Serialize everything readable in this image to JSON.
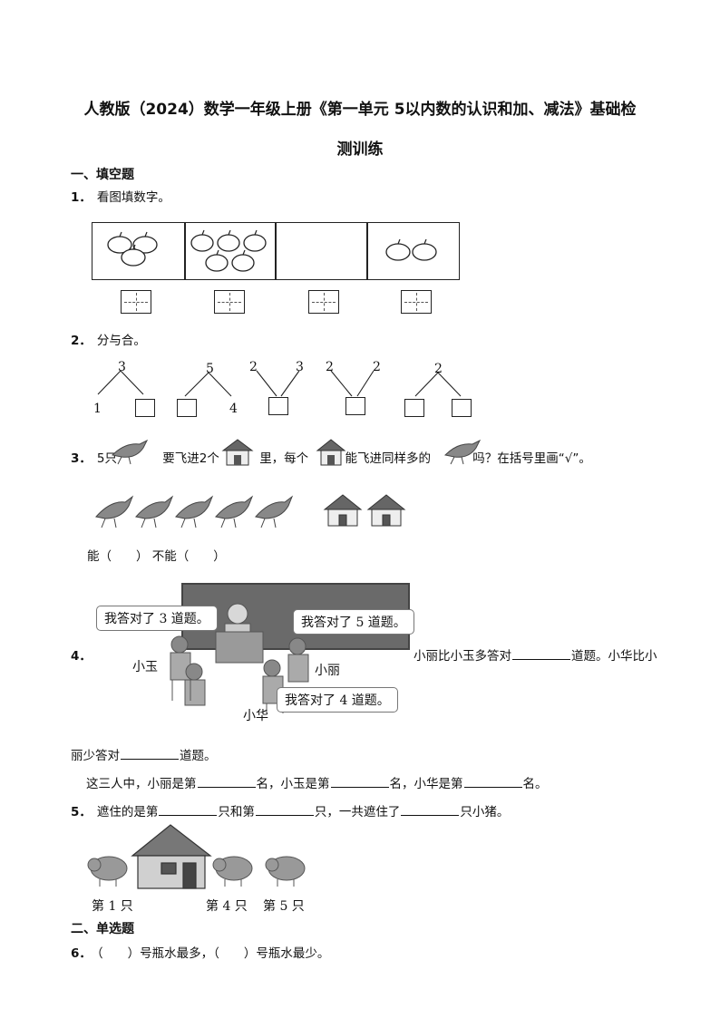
{
  "title_line1": "人教版（2024）数学一年级上册《第一单元 5以内数的认识和加、减法》基础检",
  "title_line2": "测训练",
  "section1": "一、填空题",
  "q1": {
    "num": "1．",
    "text": "看图填数字。"
  },
  "q2": {
    "num": "2．",
    "text": "分与合。",
    "trees": [
      {
        "top": "3",
        "left": "1",
        "right": ""
      },
      {
        "top": "5",
        "left": "",
        "right": "4"
      },
      {
        "top_left": "2",
        "top_right": "3",
        "bottom": ""
      },
      {
        "top_left": "2",
        "top_right": "2",
        "bottom": ""
      },
      {
        "top": "2",
        "left": "",
        "right": ""
      }
    ]
  },
  "q3": {
    "num": "3．",
    "t1": "5只",
    "t2": "要飞进2个",
    "t3": "里，每个",
    "t4": "能飞进同样多的",
    "t5": "吗？在括号里画“√”。",
    "options": "能（　　）  不能（　　）"
  },
  "q4": {
    "num": "4．",
    "bubble1": "我答对了 3 道题。",
    "bubble2": "我答对了 5 道题。",
    "bubble3": "我答对了 4 道题。",
    "name1": "小玉",
    "name2": "小丽",
    "name3": "小华",
    "line1a": "小丽比小玉多答对",
    "line1b": "道题。小华比小",
    "line2a": "丽少答对",
    "line2b": "道题。",
    "line3a": "这三人中，小丽是第",
    "line3b": "名，小玉是第",
    "line3c": "名，小华是第",
    "line3d": "名。"
  },
  "q5": {
    "num": "5．",
    "t1": "遮住的是第",
    "t2": "只和第",
    "t3": "只，一共遮住了",
    "t4": "只小猪。",
    "label1": "第 1 只",
    "label4": "第 4 只",
    "label5": "第 5 只"
  },
  "section2": "二、单选题",
  "q6": {
    "num": "6．",
    "text": "（　　）号瓶水最多，（　　）号瓶水最少。"
  }
}
